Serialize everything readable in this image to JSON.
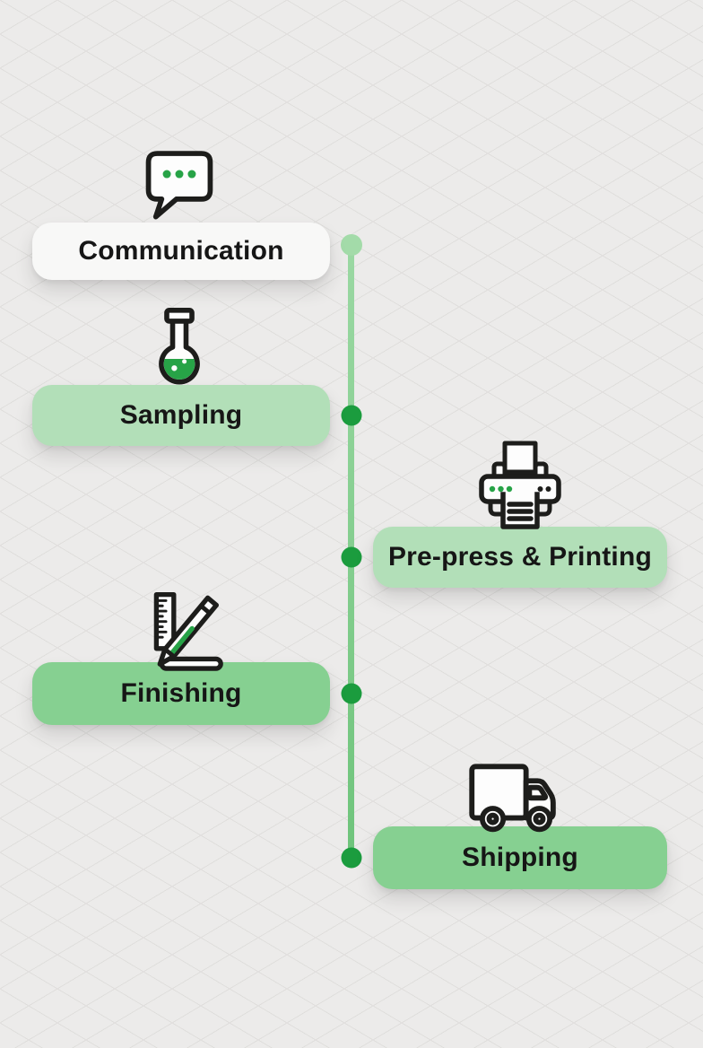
{
  "colors": {
    "bg": "#ecebea",
    "grid_line": "#dedddb",
    "accent": "#27a347",
    "icon_stroke": "#1d1d1b",
    "icon_fill": "#fdfdfd",
    "line_top": "#9bd8a3",
    "line_bottom": "#6ec47b",
    "node": "#1b9c3e",
    "node_start": "#a3dba9",
    "text": "#161616"
  },
  "timeline": {
    "orientation": "vertical",
    "steps": [
      {
        "label": "Communication",
        "icon": "chat-icon",
        "pill_color": "#f8f8f7",
        "side": "left"
      },
      {
        "label": "Sampling",
        "icon": "flask-icon",
        "pill_color": "#b2dfb8",
        "side": "left"
      },
      {
        "label": "Pre-press & Printing",
        "icon": "printer-icon",
        "pill_color": "#b2dfb8",
        "side": "right"
      },
      {
        "label": "Finishing",
        "icon": "ruler-pencil-icon",
        "pill_color": "#86d091",
        "side": "left"
      },
      {
        "label": "Shipping",
        "icon": "truck-icon",
        "pill_color": "#86d091",
        "side": "right"
      }
    ]
  }
}
